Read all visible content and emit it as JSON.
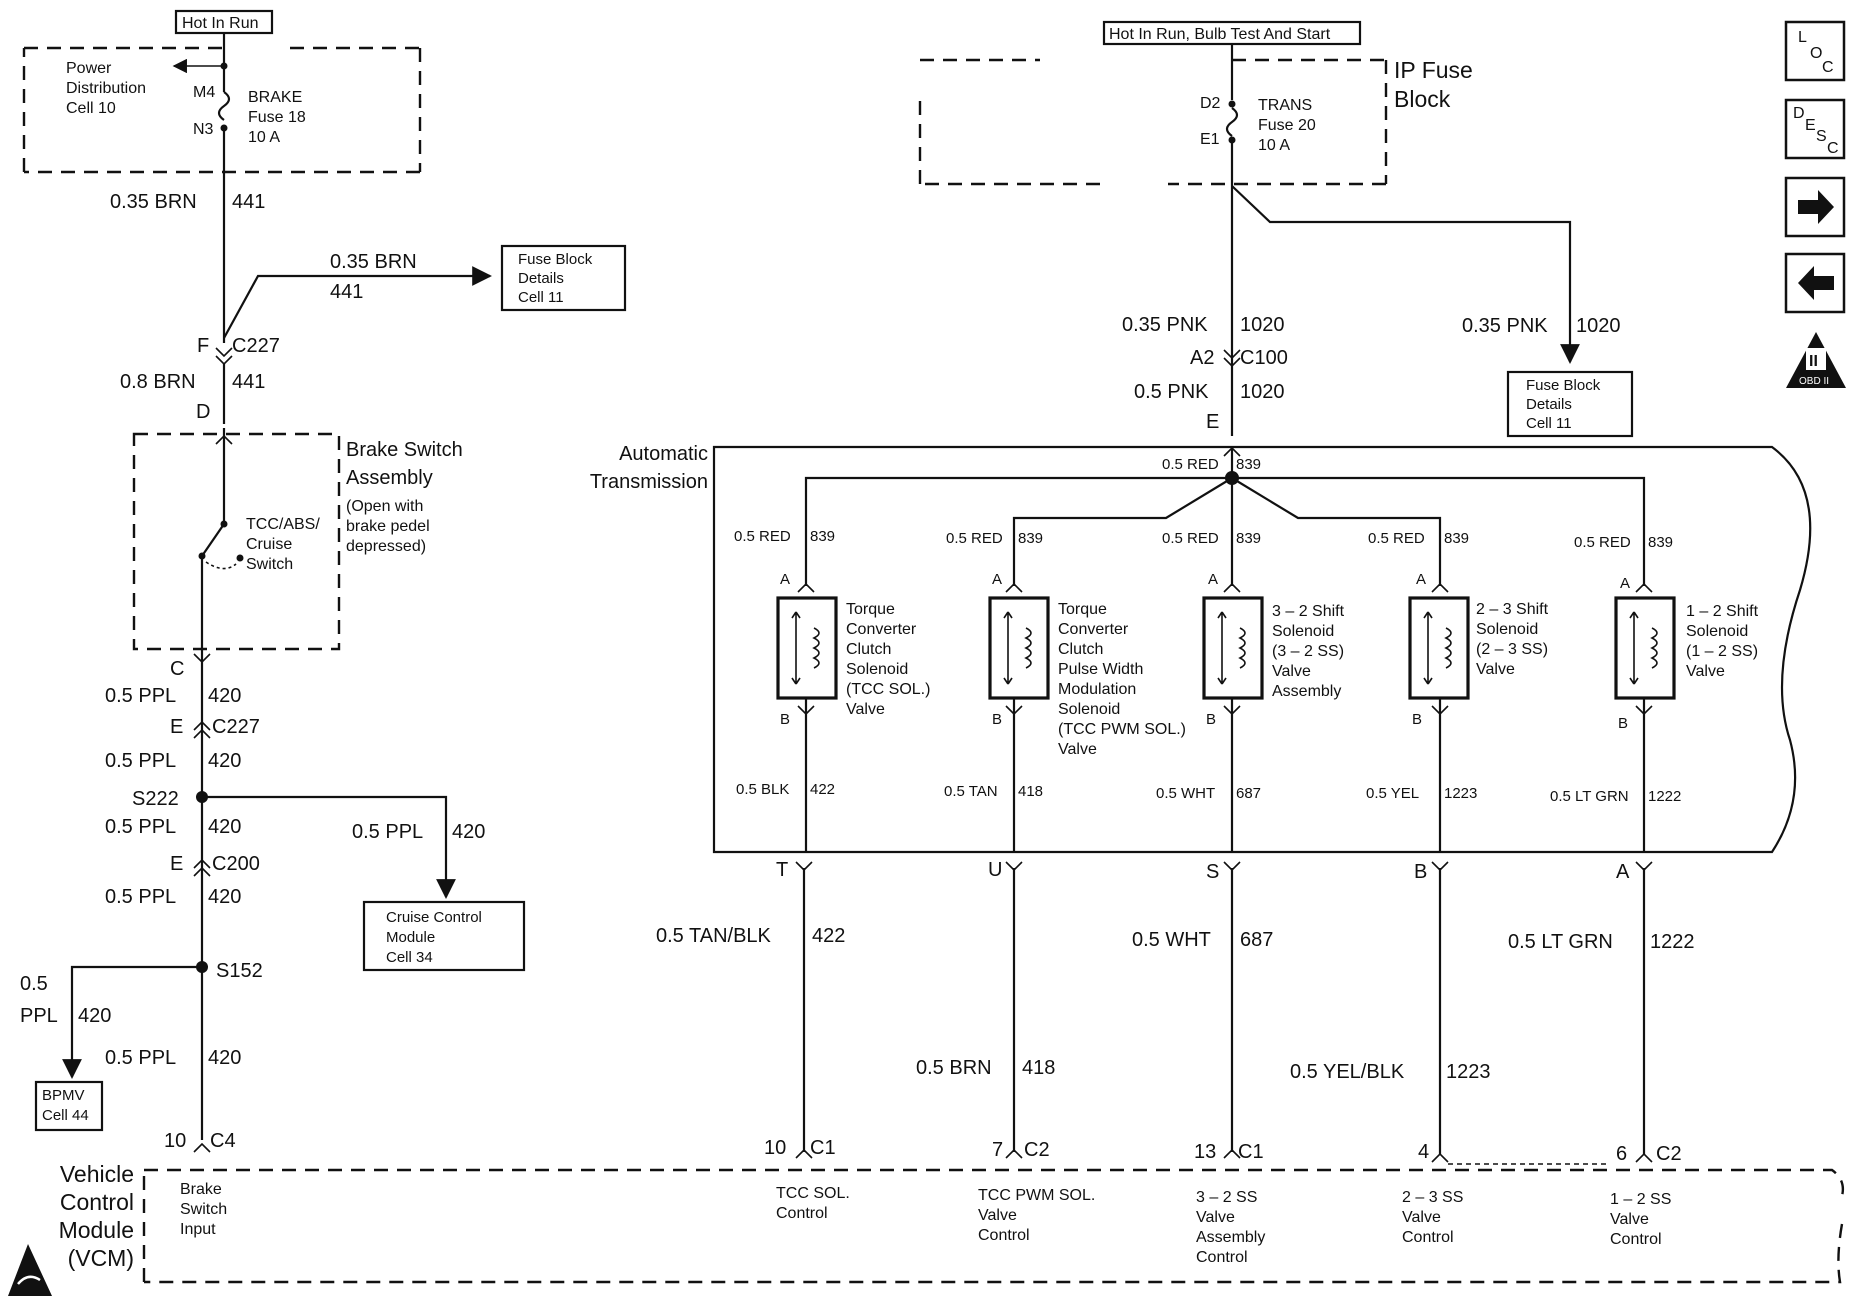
{
  "header_tags": {
    "left": "Hot In Run",
    "right": "Hot In Run, Bulb Test And Start"
  },
  "nav_icons": {
    "loc": {
      "l1": "L",
      "l2": "O",
      "l3": "C"
    },
    "desc": {
      "l1": "D",
      "l2": "E",
      "l3": "S",
      "l4": "C"
    },
    "obd": {
      "numeral": "II",
      "label": "OBD II"
    },
    "icon_names": [
      "loc-icon",
      "desc-icon",
      "forward-arrow-icon",
      "back-arrow-icon",
      "obd-ii-icon"
    ]
  },
  "left": {
    "pdc": {
      "l1": "Power",
      "l2": "Distribution",
      "l3": "Cell 10"
    },
    "fuse": {
      "pin_top": "M4",
      "pin_bot": "N3",
      "l1": "BRAKE",
      "l2": "Fuse 18",
      "l3": "10 A"
    },
    "wire1": {
      "color": "0.35 BRN",
      "circuit": "441"
    },
    "branch": {
      "color": "0.35 BRN",
      "circuit": "441"
    },
    "fuse_block_ref": {
      "l1": "Fuse Block",
      "l2": "Details",
      "l3": "Cell 11"
    },
    "c227a": {
      "pin": "F",
      "conn": "C227"
    },
    "wire2": {
      "color": "0.8 BRN",
      "circuit": "441"
    },
    "pin_d": "D",
    "brake_switch": {
      "title1": "Brake Switch",
      "title2": "Assembly",
      "note1": "(Open with",
      "note2": "brake pedel",
      "note3": "depressed)",
      "sw1": "TCC/ABS/",
      "sw2": "Cruise",
      "sw3": "Switch"
    },
    "pin_c": "C",
    "wire3": {
      "color": "0.5 PPL",
      "circuit": "420"
    },
    "c227b": {
      "pin": "E",
      "conn": "C227"
    },
    "wire4": {
      "color": "0.5 PPL",
      "circuit": "420"
    },
    "splice1": "S222",
    "wire5": {
      "color": "0.5 PPL",
      "circuit": "420"
    },
    "cruise_branch": {
      "color": "0.5 PPL",
      "circuit": "420"
    },
    "cruise_ref": {
      "l1": "Cruise Control",
      "l2": "Module",
      "l3": "Cell 34"
    },
    "c200": {
      "pin": "E",
      "conn": "C200"
    },
    "wire6": {
      "color": "0.5 PPL",
      "circuit": "420"
    },
    "splice2": "S152",
    "bpmv_branch": {
      "l1": "0.5",
      "l2": "PPL",
      "circuit": "420"
    },
    "bpmv_ref": {
      "l1": "BPMV",
      "l2": "Cell 44"
    },
    "wire7": {
      "color": "0.5 PPL",
      "circuit": "420"
    },
    "vcm_pin": {
      "pin": "10",
      "conn": "C4"
    }
  },
  "right": {
    "ip_fuse": {
      "l1": "IP Fuse",
      "l2": "Block"
    },
    "fuse": {
      "pin_top": "D2",
      "pin_bot": "E1",
      "l1": "TRANS",
      "l2": "Fuse 20",
      "l3": "10 A"
    },
    "wire1": {
      "color": "0.35 PNK",
      "circuit": "1020"
    },
    "c100": {
      "pin": "A2",
      "conn": "C100"
    },
    "wire2": {
      "color": "0.5 PNK",
      "circuit": "1020"
    },
    "pin_e": "E",
    "branch": {
      "color": "0.35 PNK",
      "circuit": "1020"
    },
    "fuse_block_ref": {
      "l1": "Fuse Block",
      "l2": "Details",
      "l3": "Cell 11"
    },
    "trans_label": {
      "l1": "Automatic",
      "l2": "Transmission"
    },
    "red_main": {
      "color": "0.5 RED",
      "circuit": "839"
    },
    "solenoids": [
      {
        "feed": {
          "color": "0.5 RED",
          "circuit": "839"
        },
        "pin_a": "A",
        "pin_b": "B",
        "lines": [
          "Torque",
          "Converter",
          "Clutch",
          "Solenoid",
          "(TCC  SOL.)",
          "Valve"
        ],
        "out": {
          "color": "0.5 BLK",
          "circuit": "422"
        },
        "trans_pin": "T",
        "harness": {
          "color": "0.5 TAN/BLK",
          "circuit": "422"
        },
        "vcm": {
          "pin": "10",
          "conn": "C1",
          "lines": [
            "TCC SOL.",
            "Control"
          ]
        }
      },
      {
        "feed": {
          "color": "0.5 RED",
          "circuit": "839"
        },
        "pin_a": "A",
        "pin_b": "B",
        "lines": [
          "Torque",
          "Converter",
          "Clutch",
          "Pulse Width",
          "Modulation",
          "Solenoid",
          "(TCC PWM SOL.)",
          "Valve"
        ],
        "out": {
          "color": "0.5 TAN",
          "circuit": "418"
        },
        "trans_pin": "U",
        "harness": {
          "color": "0.5 BRN",
          "circuit": "418"
        },
        "vcm": {
          "pin": "7",
          "conn": "C2",
          "lines": [
            "TCC PWM SOL.",
            "Valve",
            "Control"
          ]
        }
      },
      {
        "feed": {
          "color": "0.5 RED",
          "circuit": "839"
        },
        "pin_a": "A",
        "pin_b": "B",
        "lines": [
          "3 – 2 Shift",
          "Solenoid",
          "(3 – 2 SS)",
          "Valve",
          "Assembly"
        ],
        "out": {
          "color": "0.5 WHT",
          "circuit": "687"
        },
        "trans_pin": "S",
        "harness": {
          "color": "0.5 WHT",
          "circuit": "687"
        },
        "vcm": {
          "pin": "13",
          "conn": "C1",
          "lines": [
            "3 – 2 SS",
            "Valve",
            "Assembly",
            "Control"
          ]
        }
      },
      {
        "feed": {
          "color": "0.5 RED",
          "circuit": "839"
        },
        "pin_a": "A",
        "pin_b": "B",
        "lines": [
          "2 – 3 Shift",
          "Solenoid",
          "(2 – 3 SS)",
          "Valve"
        ],
        "out": {
          "color": "0.5 YEL",
          "circuit": "1223"
        },
        "trans_pin": "B",
        "harness": {
          "color": "0.5 YEL/BLK",
          "circuit": "1223"
        },
        "vcm": {
          "pin": "4",
          "conn": "",
          "lines": [
            "2 – 3 SS",
            "Valve",
            "Control"
          ]
        }
      },
      {
        "feed": {
          "color": "0.5 RED",
          "circuit": "839"
        },
        "pin_a": "A",
        "pin_b": "B",
        "lines": [
          "1 – 2 Shift",
          "Solenoid",
          "(1 – 2 SS)",
          "Valve"
        ],
        "out": {
          "color": "0.5 LT GRN",
          "circuit": "1222"
        },
        "trans_pin": "A",
        "harness": {
          "color": "0.5 LT GRN",
          "circuit": "1222"
        },
        "vcm": {
          "pin": "6",
          "conn": "C2",
          "lines": [
            "1 – 2 SS",
            "Valve",
            "Control"
          ]
        }
      }
    ]
  },
  "vcm": {
    "l1": "Vehicle",
    "l2": "Control",
    "l3": "Module",
    "l4": "(VCM)",
    "brake_in": {
      "l1": "Brake",
      "l2": "Switch",
      "l3": "Input"
    }
  }
}
